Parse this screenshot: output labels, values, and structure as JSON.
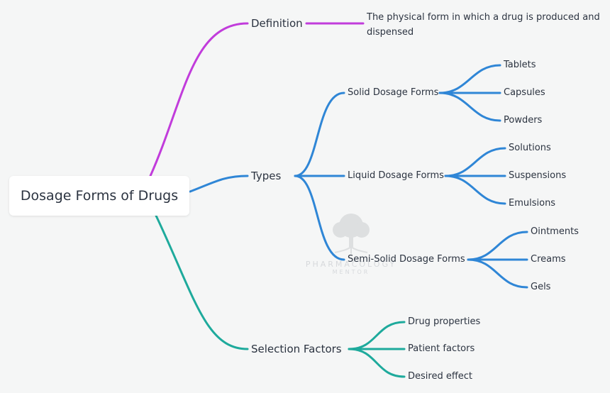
{
  "root": {
    "label": "Dosage Forms of Drugs"
  },
  "colors": {
    "definition": "#c13cdb",
    "types": "#2f86d6",
    "selection": "#1eaa9c"
  },
  "definition": {
    "label": "Definition",
    "text": "The physical form in which a drug is produced and dispensed"
  },
  "types": {
    "label": "Types",
    "solid": {
      "label": "Solid Dosage Forms",
      "items": [
        "Tablets",
        "Capsules",
        "Powders"
      ]
    },
    "liquid": {
      "label": "Liquid Dosage Forms",
      "items": [
        "Solutions",
        "Suspensions",
        "Emulsions"
      ]
    },
    "semisolid": {
      "label": "Semi-Solid Dosage Forms",
      "items": [
        "Ointments",
        "Creams",
        "Gels"
      ]
    }
  },
  "selection": {
    "label": "Selection Factors",
    "items": [
      "Drug properties",
      "Patient factors",
      "Desired effect"
    ]
  },
  "watermark": {
    "title": "PHARMACOLOGY",
    "subtitle": "MENTOR"
  }
}
